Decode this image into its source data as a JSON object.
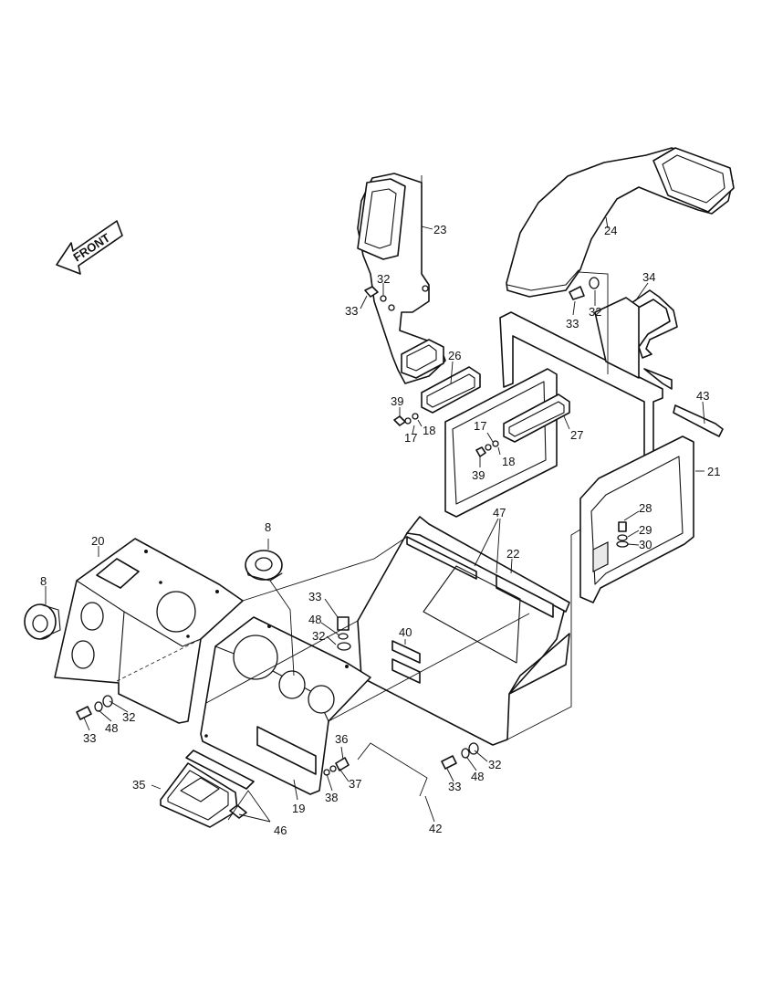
{
  "direction_label": "FRONT",
  "callouts": [
    {
      "id": "c23a",
      "label": "23"
    },
    {
      "id": "c24",
      "label": "24"
    },
    {
      "id": "c34",
      "label": "34"
    },
    {
      "id": "c32a",
      "label": "32"
    },
    {
      "id": "c33a",
      "label": "33"
    },
    {
      "id": "c33b",
      "label": "33"
    },
    {
      "id": "c32b",
      "label": "32"
    },
    {
      "id": "c26",
      "label": "26"
    },
    {
      "id": "c39a",
      "label": "39"
    },
    {
      "id": "c17a",
      "label": "17"
    },
    {
      "id": "c18a",
      "label": "18"
    },
    {
      "id": "c27",
      "label": "27"
    },
    {
      "id": "c43",
      "label": "43"
    },
    {
      "id": "c17b",
      "label": "17"
    },
    {
      "id": "c18b",
      "label": "18"
    },
    {
      "id": "c39b",
      "label": "39"
    },
    {
      "id": "c21",
      "label": "21"
    },
    {
      "id": "c28",
      "label": "28"
    },
    {
      "id": "c29",
      "label": "29"
    },
    {
      "id": "c30",
      "label": "30"
    },
    {
      "id": "c47",
      "label": "47"
    },
    {
      "id": "c22",
      "label": "22"
    },
    {
      "id": "c8a",
      "label": "8"
    },
    {
      "id": "c20",
      "label": "20"
    },
    {
      "id": "c8b",
      "label": "8"
    },
    {
      "id": "c33c",
      "label": "33"
    },
    {
      "id": "c48a",
      "label": "48"
    },
    {
      "id": "c32c",
      "label": "32"
    },
    {
      "id": "c40",
      "label": "40"
    },
    {
      "id": "c33d",
      "label": "33"
    },
    {
      "id": "c48b",
      "label": "48"
    },
    {
      "id": "c32d",
      "label": "32"
    },
    {
      "id": "c36",
      "label": "36"
    },
    {
      "id": "c37",
      "label": "37"
    },
    {
      "id": "c38",
      "label": "38"
    },
    {
      "id": "c19",
      "label": "19"
    },
    {
      "id": "c35",
      "label": "35"
    },
    {
      "id": "c46",
      "label": "46"
    },
    {
      "id": "c33e",
      "label": "33"
    },
    {
      "id": "c48c",
      "label": "48"
    },
    {
      "id": "c32e",
      "label": "32"
    },
    {
      "id": "c42",
      "label": "42"
    }
  ]
}
